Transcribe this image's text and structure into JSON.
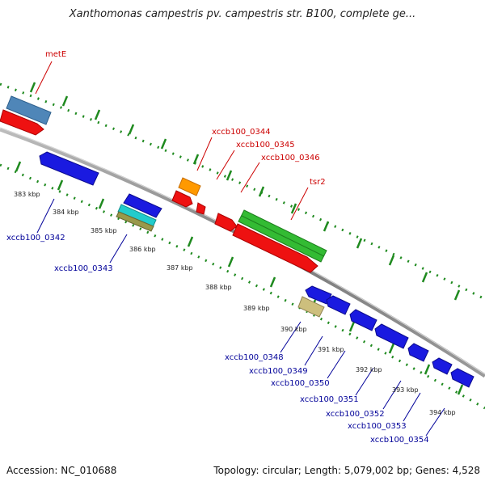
{
  "title": "Xanthomonas campestris pv. campestris str. B100, complete ge...",
  "footer": {
    "accession": "Accession: NC_010688",
    "topology": "Topology: circular; Length: 5,079,002 bp; Genes: 4,528"
  },
  "scale_labels": [
    "383 kbp",
    "384 kbp",
    "385 kbp",
    "386 kbp",
    "387 kbp",
    "388 kbp",
    "389 kbp",
    "390 kbp",
    "391 kbp",
    "392 kbp",
    "393 kbp",
    "394 kbp"
  ],
  "gene_labels_top": [
    "metE",
    "xccb100_0344",
    "xccb100_0345",
    "xccb100_0346",
    "tsr2"
  ],
  "gene_labels_bottom": [
    "xccb100_0342",
    "xccb100_0343",
    "xccb100_0348",
    "xccb100_0349",
    "xccb100_0350",
    "xccb100_0351",
    "xccb100_0352",
    "xccb100_0353",
    "xccb100_0354"
  ],
  "colors": {
    "forward_cds": "#ee1111",
    "reverse_cds": "#1a1ae0",
    "rrna_green": "#33bb33",
    "orange": "#ff9900",
    "steel_blue": "#4f86b8",
    "cyan": "#22cccc",
    "olive": "#99994a",
    "khaki": "#cdbf7d",
    "backbone": "#8c8c8c",
    "ticks": "#1f8a1f",
    "label_red": "#cc0000",
    "label_blue": "#000099"
  }
}
